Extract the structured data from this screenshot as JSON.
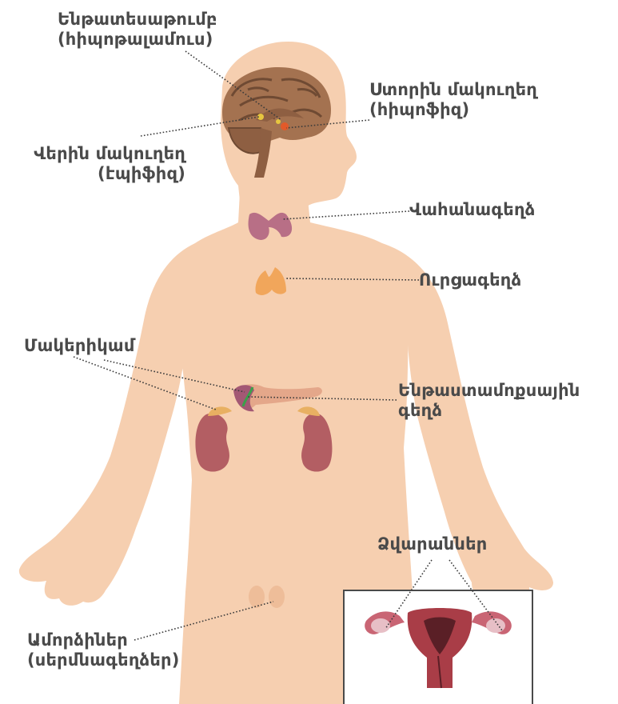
{
  "colors": {
    "skin": "#f6cfb0",
    "skin_shadow": "#eebd99",
    "brain": "#a47250",
    "brain_dark": "#6f4a33",
    "thyroid": "#b86f86",
    "thymus": "#f1a65b",
    "kidney": "#b35e63",
    "adrenal": "#e8b062",
    "pancreas": "#e4a78a",
    "uterus": "#a93d47",
    "ovary": "#e7bfc6",
    "label_text": "#4a4a4a",
    "leader_line": "#3a3a3a"
  },
  "labels": {
    "hypothalamus": [
      "Ենթատեսաթումբ",
      "(հիպոթալամուս)"
    ],
    "pituitary": [
      "Ստորին մակուղեղ",
      "(հիպոֆիզ)"
    ],
    "pineal": [
      "Վերին մակուղեղ",
      "(էպիֆիզ)"
    ],
    "thyroid": [
      "Վահանագեղձ"
    ],
    "thymus": [
      "Ուրցագեղձ"
    ],
    "adrenal": [
      "Մակերիկամ"
    ],
    "pancreas": [
      "Ենթաստամոքսային",
      "գեղձ"
    ],
    "ovaries": [
      "Ձվարաններ"
    ],
    "testes": [
      "Ամորձիներ",
      "(սերմնագեղձեր)"
    ]
  }
}
